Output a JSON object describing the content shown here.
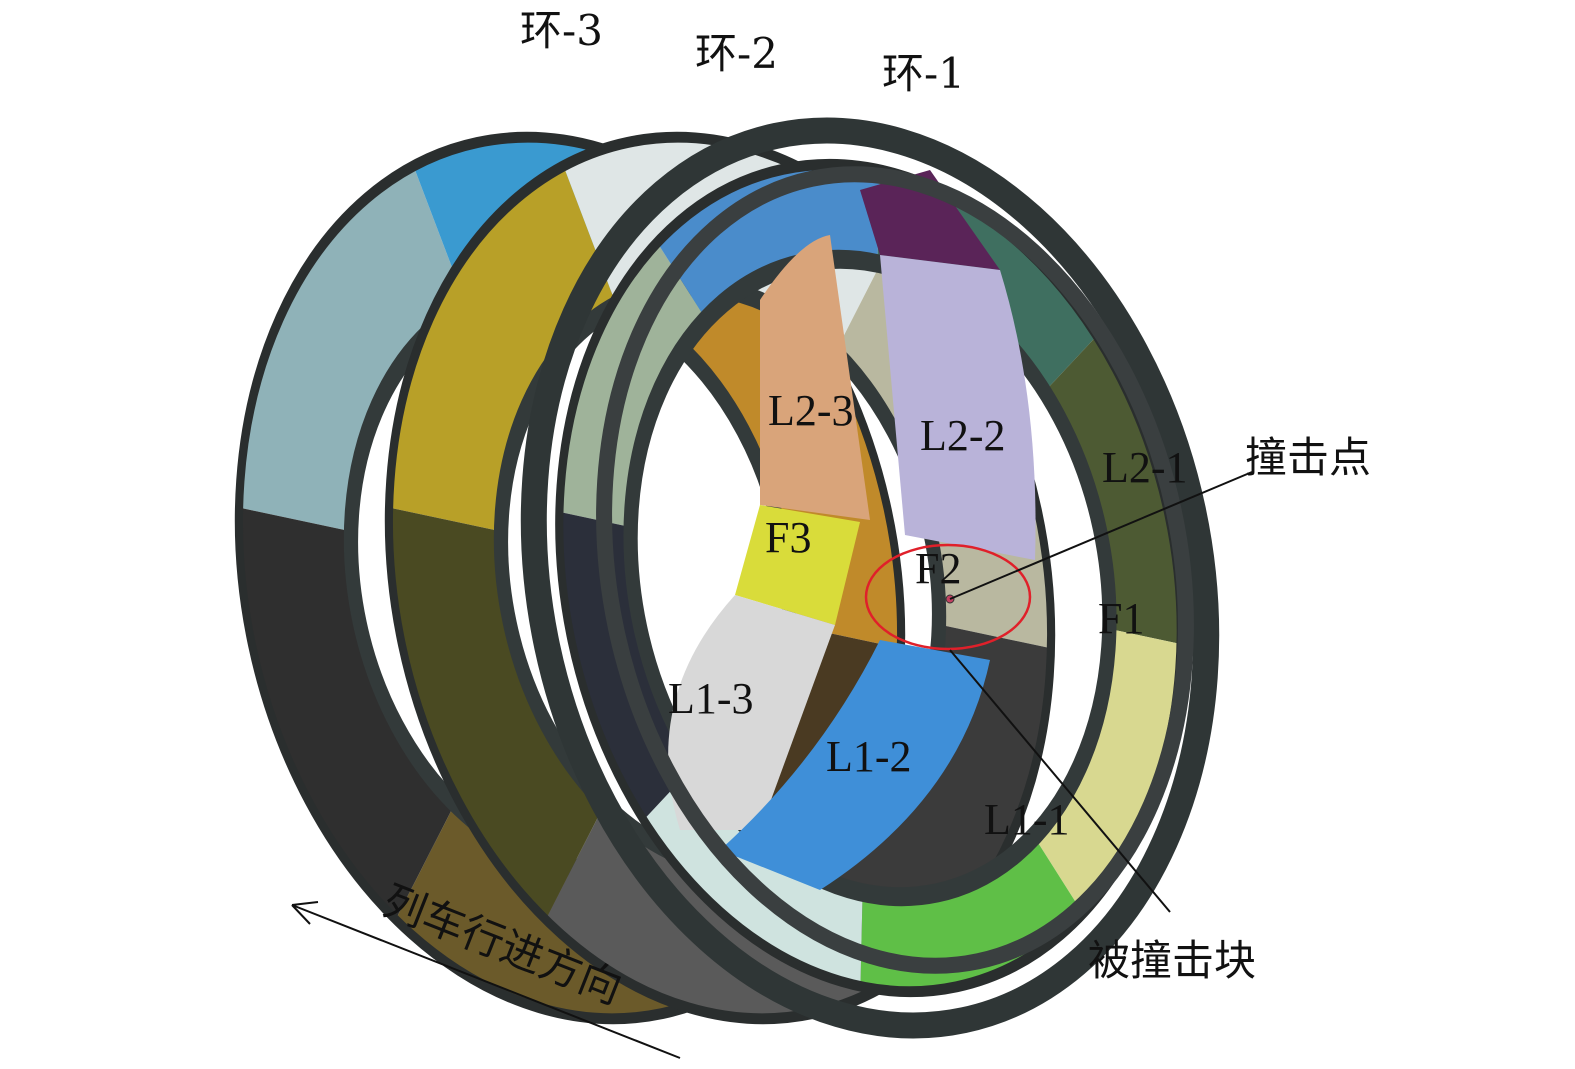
{
  "rings": [
    {
      "label": "环-3",
      "segments": [
        "#8fb2b8",
        "#3a9ad0",
        "#c08a2a",
        "#4a3a22",
        "#6b5a2a",
        "#2f2f2f"
      ]
    },
    {
      "label": "环-2",
      "segments": [
        "#b8a028",
        "#dfe6e6",
        "#b9b8a0",
        "#3b3b3b",
        "#5a5a5a",
        "#4a4a22"
      ]
    },
    {
      "label": "环-1",
      "segments": [
        "#9fb39a",
        "#4a8ccb",
        "#3f6f60",
        "#4d5a33",
        "#d8d890",
        "#5fbf47",
        "#cfe3df",
        "#2b2f3a"
      ]
    }
  ],
  "blocks": {
    "L2_3": "L2-3",
    "L2_2": "L2-2",
    "L2_1": "L2-1",
    "F3": "F3",
    "F2": "F2",
    "F1": "F1",
    "L1_3": "L1-3",
    "L1_2": "L1-2",
    "L1_1": "L1-1"
  },
  "inner_colors": {
    "L2_3": "#d9a47a",
    "L2_2": "#b9b3d9",
    "F3": "#d9dc3a",
    "L1_3": "#d8d8d8",
    "L1_2": "#3f8fd8",
    "L2_2_top": "#5a2458"
  },
  "annotations": {
    "impact_point": "撞击点",
    "impacted_block": "被撞击块",
    "train_direction": "列车行进方向",
    "highlight_color": "#e0202a"
  }
}
